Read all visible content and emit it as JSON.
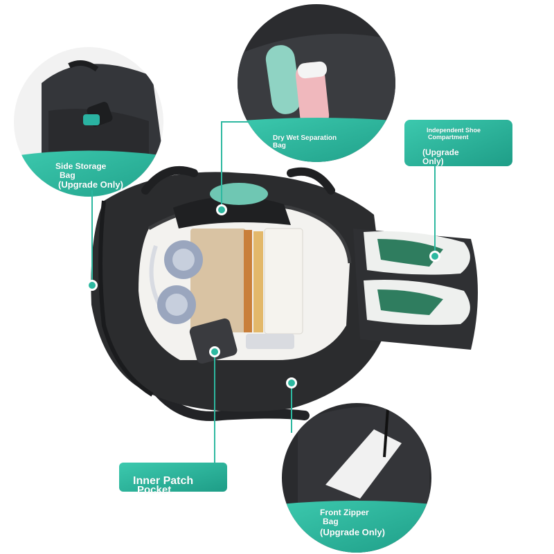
{
  "labels": {
    "side_storage": {
      "line1": "Side Storage",
      "line2": "Bag",
      "line3": "(Upgrade Only)"
    },
    "dry_wet": {
      "line1": "Dry Wet Separation",
      "line2": "Bag"
    },
    "shoe_compartment": {
      "line1": "Independent Shoe",
      "line2": "Compartment",
      "line3": "(Upgrade",
      "line4": "Only)"
    },
    "inner_patch": {
      "line1": "Inner Patch",
      "line2": "Pocket"
    },
    "front_zipper": {
      "line1": "Front Zipper",
      "line2": "Bag",
      "line3": "(Upgrade Only)"
    }
  },
  "colors": {
    "accent": "#2db8a0",
    "bag": "#2b2c2e",
    "bag_dark": "#1a1b1d",
    "background": "#ffffff"
  }
}
